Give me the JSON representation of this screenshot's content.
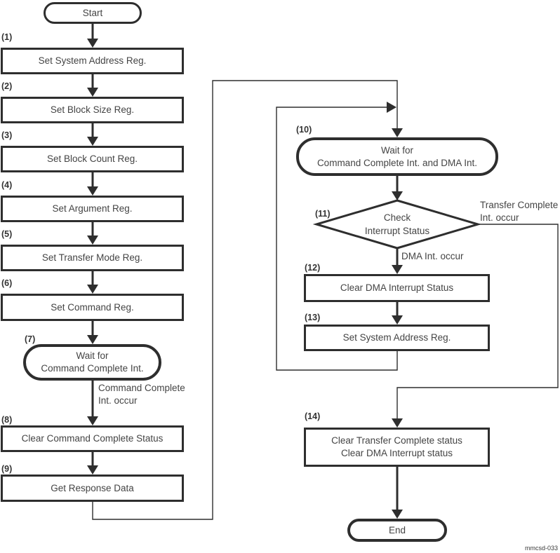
{
  "diagram": {
    "figure_label": "mmcsd-033",
    "colors": {
      "line": "#2e2e2e",
      "text": "#444444",
      "background": "#ffffff"
    },
    "nodes": {
      "start": {
        "label": "Start"
      },
      "s1": {
        "num": "(1)",
        "label": "Set System Address Reg."
      },
      "s2": {
        "num": "(2)",
        "label": "Set Block Size Reg."
      },
      "s3": {
        "num": "(3)",
        "label": "Set Block Count Reg."
      },
      "s4": {
        "num": "(4)",
        "label": "Set Argument Reg."
      },
      "s5": {
        "num": "(5)",
        "label": "Set Transfer Mode Reg."
      },
      "s6": {
        "num": "(6)",
        "label": "Set Command Reg."
      },
      "s7": {
        "num": "(7)",
        "line1": "Wait for",
        "line2": "Command Complete Int."
      },
      "s8": {
        "num": "(8)",
        "label": "Clear Command Complete Status"
      },
      "s9": {
        "num": "(9)",
        "label": "Get Response Data"
      },
      "s10": {
        "num": "(10)",
        "line1": "Wait for",
        "line2": "Command Complete Int. and DMA Int."
      },
      "s11": {
        "num": "(11)",
        "line1": "Check",
        "line2": "Interrupt Status"
      },
      "s12": {
        "num": "(12)",
        "label": "Clear DMA Interrupt Status"
      },
      "s13": {
        "num": "(13)",
        "label": "Set System Address Reg."
      },
      "s14": {
        "num": "(14)",
        "line1": "Clear Transfer Complete status",
        "line2": "Clear DMA Interrupt status"
      },
      "end": {
        "label": "End"
      }
    },
    "edge_labels": {
      "command_complete": {
        "line1": "Command Complete",
        "line2": "Int. occur"
      },
      "dma_int": "DMA Int. occur",
      "transfer_complete": {
        "line1": "Transfer Complete",
        "line2": "Int. occur"
      }
    }
  }
}
